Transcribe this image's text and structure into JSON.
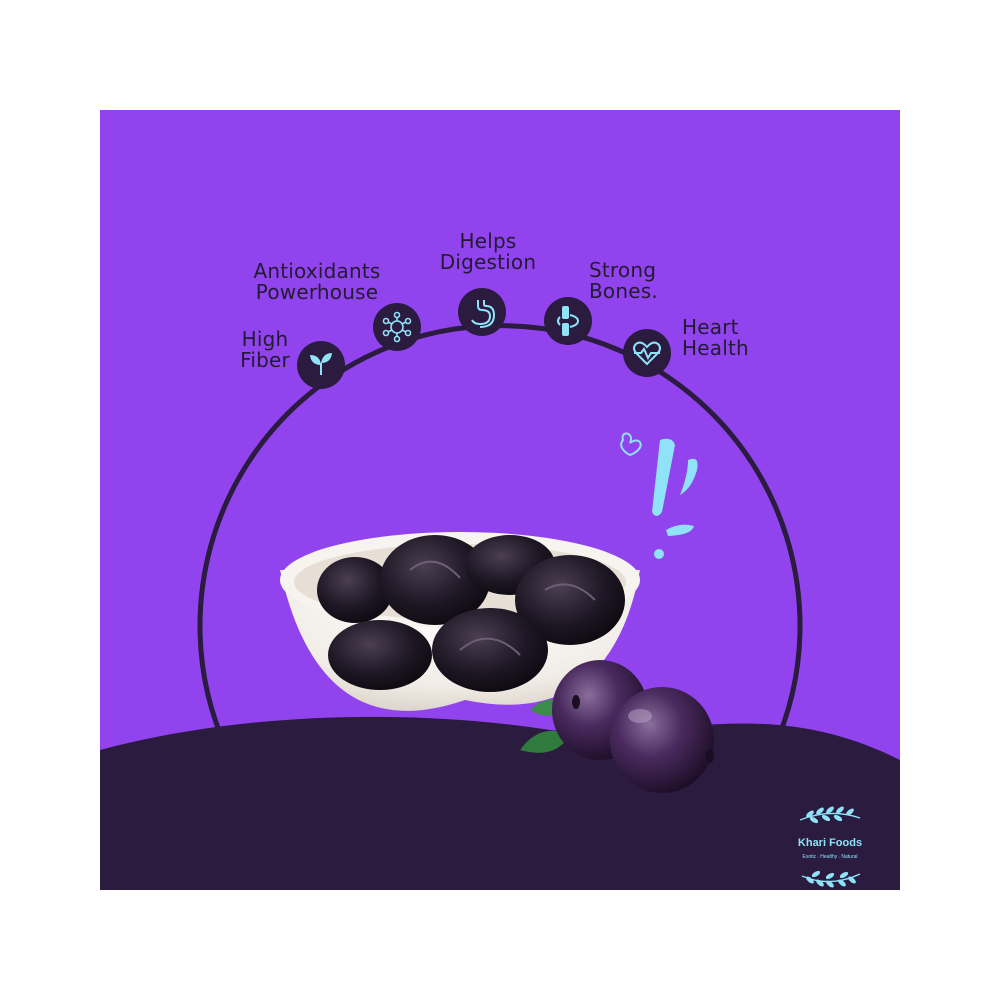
{
  "colors": {
    "background": "#9143ee",
    "wave": "#2a1b3f",
    "arc": "#2a1b3f",
    "icon_fill": "#2a1b3f",
    "icon_stroke": "#8fe2f7",
    "accent": "#8fe2f7"
  },
  "benefits": [
    {
      "lines": [
        "High",
        "Fiber"
      ],
      "icon": "leaf-sprout-icon"
    },
    {
      "lines": [
        "Antioxidants",
        "Powerhouse"
      ],
      "icon": "molecule-icon"
    },
    {
      "lines": [
        "Helps",
        "Digestion"
      ],
      "icon": "stomach-icon"
    },
    {
      "lines": [
        "Strong",
        "Bones."
      ],
      "icon": "knee-bone-icon"
    },
    {
      "lines": [
        "Heart",
        "Health"
      ],
      "icon": "heart-pulse-icon"
    }
  ],
  "brand": {
    "name": "Khari Foods",
    "tagline": "Exotic . Healthy . Natural"
  }
}
